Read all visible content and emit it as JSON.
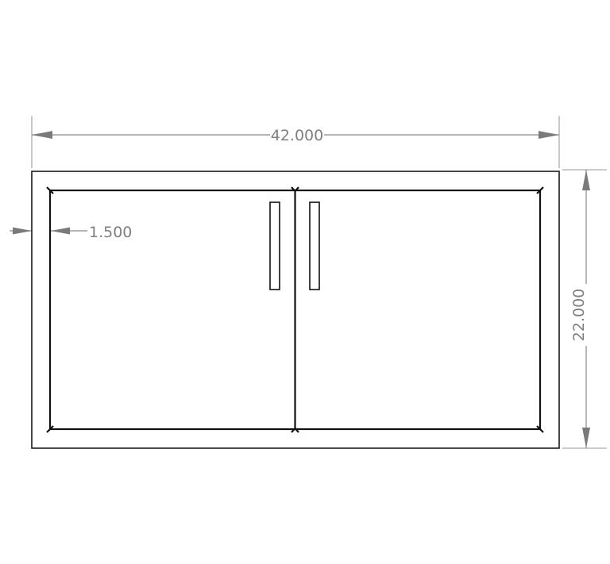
{
  "dimensions": {
    "width": {
      "value": 42.0,
      "label": "42.000"
    },
    "height": {
      "value": 22.0,
      "label": "22.000"
    },
    "frame_border": {
      "value": 1.5,
      "label": "1.500"
    }
  },
  "doors": {
    "count": 2,
    "handles": 2
  },
  "colors": {
    "geometry": "#111111",
    "dimension": "#7f7f7f"
  }
}
